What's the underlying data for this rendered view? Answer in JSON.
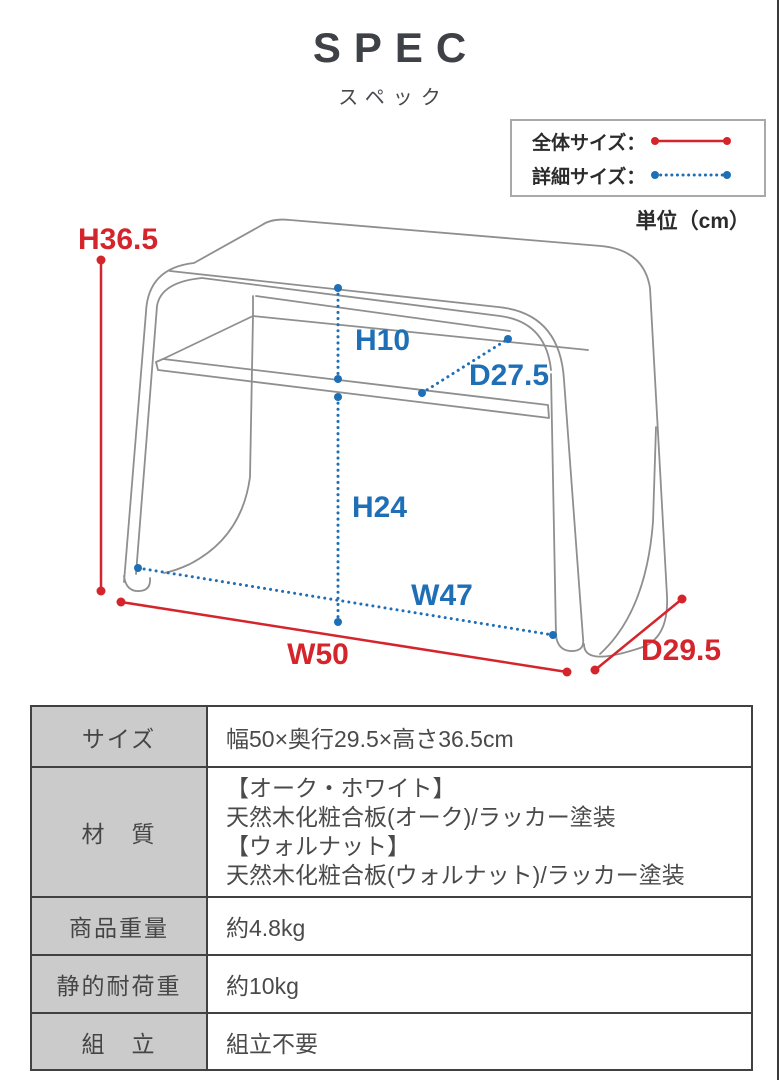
{
  "page": {
    "title": "SPEC",
    "subtitle": "スペック",
    "unit_label": "単位（cm）"
  },
  "legend": {
    "items": [
      {
        "label": "全体サイズ：",
        "style": "solid",
        "color": "#d5252c"
      },
      {
        "label": "詳細サイズ：",
        "style": "dotted",
        "color": "#1f6fb6"
      }
    ]
  },
  "diagram": {
    "object": "c-shaped-side-table-sketch",
    "overall_dimensions": {
      "height": {
        "label": "H36.5"
      },
      "width": {
        "label": "W50"
      },
      "depth": {
        "label": "D29.5"
      }
    },
    "detail_dimensions": {
      "shelf_clearance_height": {
        "label": "H10"
      },
      "shelf_depth": {
        "label": "D27.5"
      },
      "under_shelf_height": {
        "label": "H24"
      },
      "inner_width": {
        "label": "W47"
      }
    }
  },
  "spec_table": {
    "rows": [
      {
        "label": "サイズ",
        "value": "幅50×奥行29.5×高さ36.5cm"
      },
      {
        "label": "材　質",
        "value_lines": [
          "【オーク・ホワイト】",
          "天然木化粧合板(オーク)/ラッカー塗装",
          "【ウォルナット】",
          "天然木化粧合板(ウォルナット)/ラッカー塗装"
        ]
      },
      {
        "label": "商品重量",
        "value": "約4.8kg"
      },
      {
        "label": "静的耐荷重",
        "value": "約10kg"
      },
      {
        "label": "組　立",
        "value": "組立不要"
      }
    ]
  },
  "colors": {
    "overall_dim": "#d5252c",
    "detail_dim": "#1f6fb6",
    "sketch_line": "#8f8f8f",
    "table_label_bg": "#cbcbcb",
    "table_border": "#414141"
  }
}
